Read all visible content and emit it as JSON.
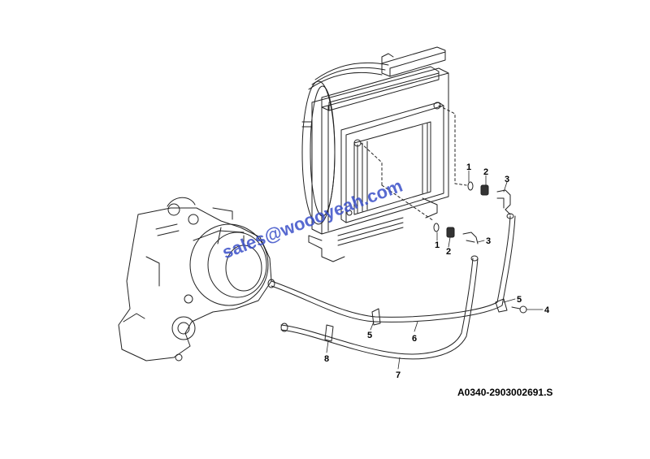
{
  "diagram": {
    "drawing_code": "A0340-2903002691.S",
    "watermark": "sales@woooyeah.com",
    "callouts": [
      {
        "id": "c1a",
        "label": "1"
      },
      {
        "id": "c2a",
        "label": "2"
      },
      {
        "id": "c3a",
        "label": "3"
      },
      {
        "id": "c1b",
        "label": "1"
      },
      {
        "id": "c2b",
        "label": "2"
      },
      {
        "id": "c3b",
        "label": "3"
      },
      {
        "id": "c5a",
        "label": "5"
      },
      {
        "id": "c4",
        "label": "4"
      },
      {
        "id": "c5b",
        "label": "5"
      },
      {
        "id": "c6",
        "label": "6"
      },
      {
        "id": "c8",
        "label": "8"
      },
      {
        "id": "c7",
        "label": "7"
      }
    ]
  }
}
